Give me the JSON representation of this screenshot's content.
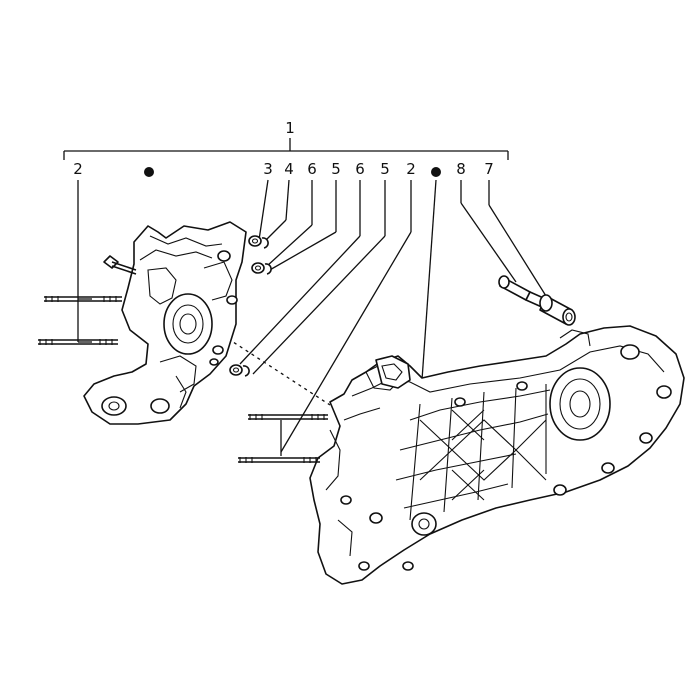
{
  "callouts": [
    {
      "id": "c1",
      "text": "1"
    },
    {
      "id": "c2a",
      "text": "2"
    },
    {
      "id": "c3",
      "text": "3"
    },
    {
      "id": "c4",
      "text": "4"
    },
    {
      "id": "c6a",
      "text": "6"
    },
    {
      "id": "c5a",
      "text": "5"
    },
    {
      "id": "c6b",
      "text": "6"
    },
    {
      "id": "c5b",
      "text": "5"
    },
    {
      "id": "c2b",
      "text": "2"
    },
    {
      "id": "c8",
      "text": "8"
    },
    {
      "id": "c7",
      "text": "7"
    }
  ]
}
